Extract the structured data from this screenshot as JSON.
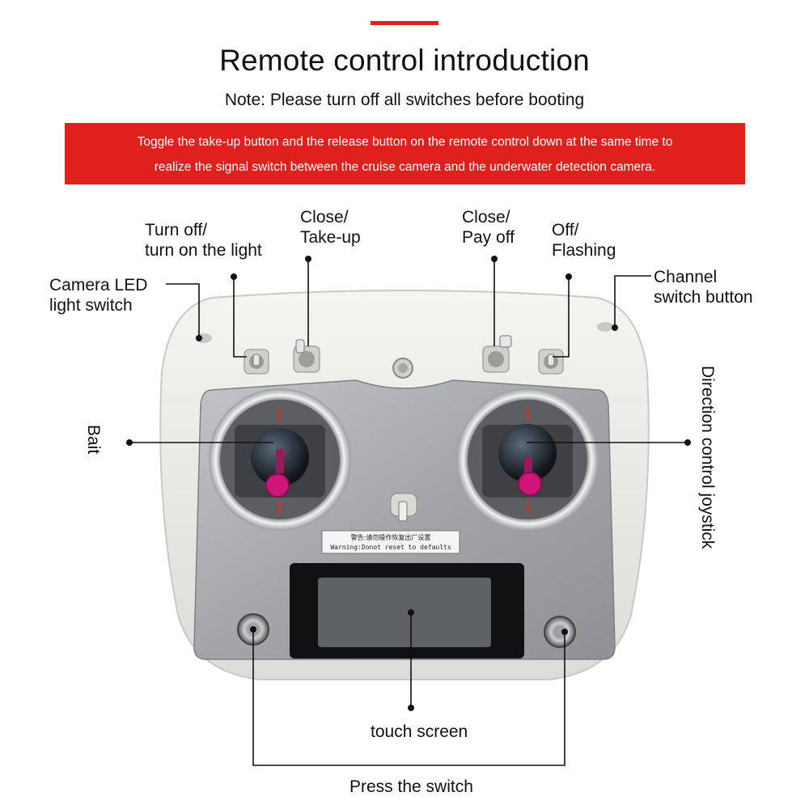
{
  "header": {
    "title": "Remote control introduction",
    "note": "Note: Please turn off all switches before booting",
    "banner_line1": "Toggle the take-up button and the release button on the remote control down at the same time to",
    "banner_line2": "realize the signal switch between the cruise camera and the underwater detection camera."
  },
  "labels": {
    "light_toggle_1": "Turn off/",
    "light_toggle_2": "turn on the light",
    "close_takeup_1": "Close/",
    "close_takeup_2": "Take-up",
    "close_payoff_1": "Close/",
    "close_payoff_2": "Pay off",
    "off_flashing_1": "Off/",
    "off_flashing_2": "Flashing",
    "camera_led_1": "Camera LED",
    "camera_led_2": "light switch",
    "channel_switch_1": "Channel",
    "channel_switch_2": "switch button",
    "bait": "Bait",
    "direction_joystick": "Direction control joystick",
    "touch_screen": "touch screen",
    "press_switch": "Press the switch"
  },
  "device": {
    "warning_line1": "警告:请勿操作恢复出厂设置",
    "warning_line2": "Warning:Donot reset to defaults"
  },
  "colors": {
    "accent": "#e0201c",
    "joystick_knob": "#d0157a",
    "body": "#eeeeea",
    "panel": "#a9abae"
  }
}
